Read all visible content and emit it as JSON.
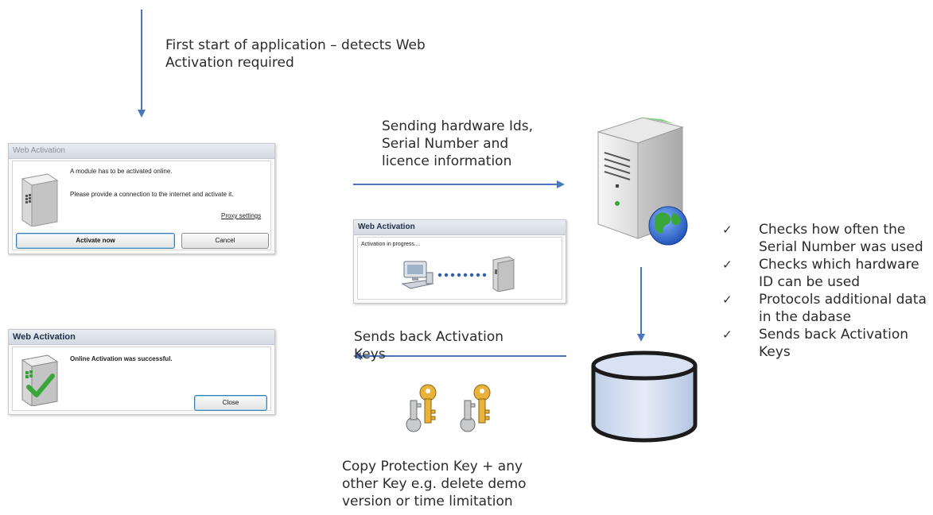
{
  "annotations": {
    "first_start": "First start of  application – detects Web\nActivation required",
    "sending": "Sending hardware Ids,\nSerial Number and\nlicence information",
    "sends_back": "Sends back Activation\nKeys",
    "copy_protection": "Copy Protection Key + any\nother Key e.g. delete demo\nversion or time limitation"
  },
  "checklist": [
    "Checks how often the Serial Number was used",
    "Checks which hardware ID can be used",
    "Protocols additional data in the dabase",
    "Sends back Activation Keys"
  ],
  "checkmark": "✓",
  "dialog_activate": {
    "title": "Web Activation",
    "message1": "A module has to be activated online.",
    "message2": "Please provide a connection to the internet and activate it.",
    "proxy_link": "Proxy settings",
    "activate_button": "Activate now",
    "cancel_button": "Cancel"
  },
  "dialog_progress": {
    "title": "Web Activation",
    "message": "Activation in progress...."
  },
  "dialog_success": {
    "title": "Web Activation",
    "message": "Online Activation was successful.",
    "close_button": "Close"
  },
  "icons": {
    "server": "server-globe-icon",
    "database": "database-icon",
    "keys": "keys-icon",
    "module": "module-box-icon",
    "computer": "computer-icon"
  },
  "colors": {
    "arrow": "#4a76c0",
    "database_fill": "#d4dff0",
    "key_gold": "#e9b23a",
    "key_silver": "#c8cacc",
    "check_green": "#3aa63a"
  }
}
